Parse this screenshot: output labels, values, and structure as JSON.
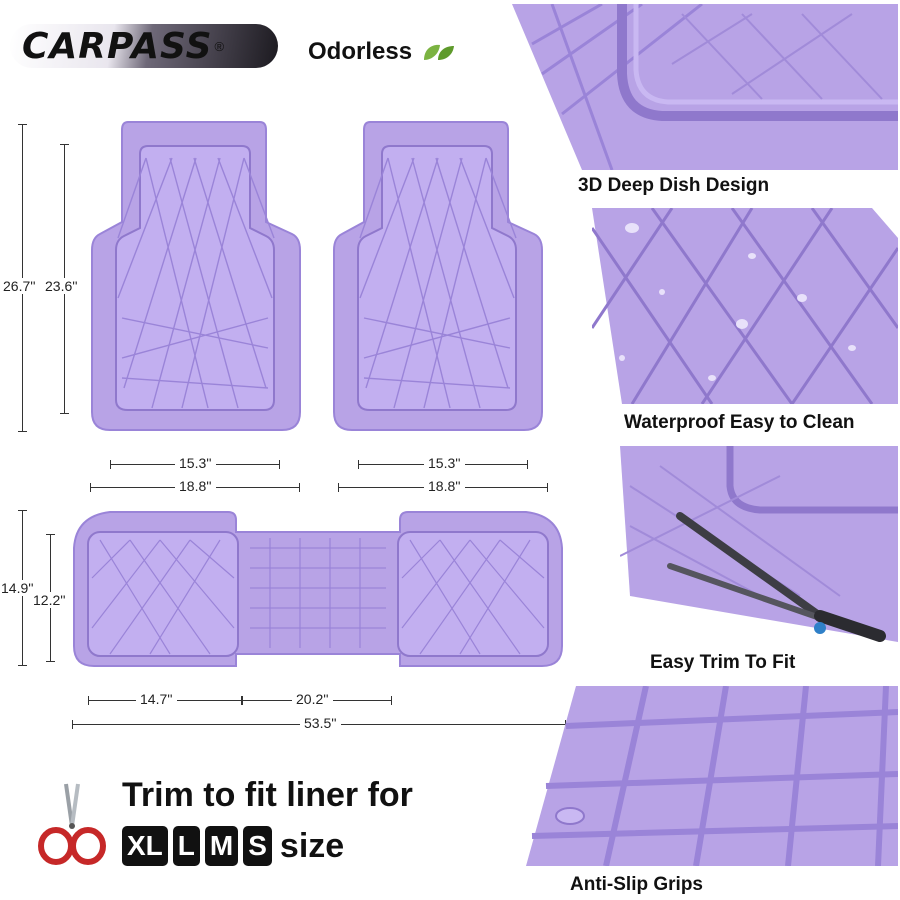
{
  "brand": {
    "name": "CARPASS",
    "registered": "®"
  },
  "odorless": {
    "label": "Odorless",
    "icon": "leaf-icon"
  },
  "colors": {
    "mat": "#b8a3e6",
    "mat_dark": "#8f78cc",
    "mat_line": "#a18bd9",
    "text": "#111111"
  },
  "dimensions": {
    "front_mat_height_outer": "26.7''",
    "front_mat_height_inner": "23.6''",
    "front_left_width_inner": "15.3''",
    "front_left_width_outer": "18.8''",
    "front_right_width_inner": "15.3''",
    "front_right_width_outer": "18.8''",
    "rear_height_outer": "14.9''",
    "rear_height_inner": "12.2''",
    "rear_side_width": "14.7''",
    "rear_middle_width": "20.2''",
    "rear_total_width": "53.5''"
  },
  "features": [
    {
      "label": "3D Deep Dish Design"
    },
    {
      "label": "Waterproof Easy to Clean"
    },
    {
      "label": "Easy Trim To Fit"
    },
    {
      "label": "Anti-Slip Grips"
    }
  ],
  "trim": {
    "title": "Trim to fit liner for",
    "sizes": [
      "XL",
      "L",
      "M",
      "S"
    ],
    "size_word": "size"
  }
}
